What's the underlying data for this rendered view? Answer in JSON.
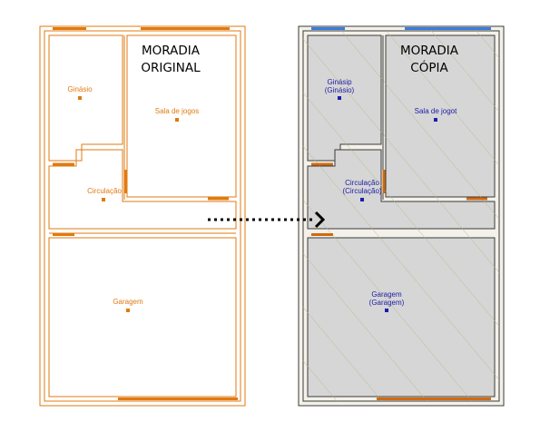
{
  "original": {
    "title_line1": "MORADIA",
    "title_line2": "ORIGINAL",
    "rooms": [
      {
        "name": "Ginásio"
      },
      {
        "name": "Sala de jogos"
      },
      {
        "name": "Circulação"
      },
      {
        "name": "Garagem"
      }
    ]
  },
  "copy": {
    "title_line1": "MORADIA",
    "title_line2": "CÓPIA",
    "rooms": [
      {
        "name": "Ginásip",
        "sub": "(Ginásio)"
      },
      {
        "name": "Sala de jogot",
        "sub": ""
      },
      {
        "name": "Circulação",
        "sub": "(Circulação)"
      },
      {
        "name": "Garagem",
        "sub": "(Garagem)"
      }
    ]
  },
  "colors": {
    "orange": "#e07a10",
    "wall_gray": "#3a3a3a",
    "room_fill": "#d6d6d6",
    "room_text_blue": "#2020a8",
    "window_blue": "#3a7be0",
    "arrow": "#000000"
  },
  "icons": {
    "arrow": "dotted-arrow-right-icon"
  }
}
